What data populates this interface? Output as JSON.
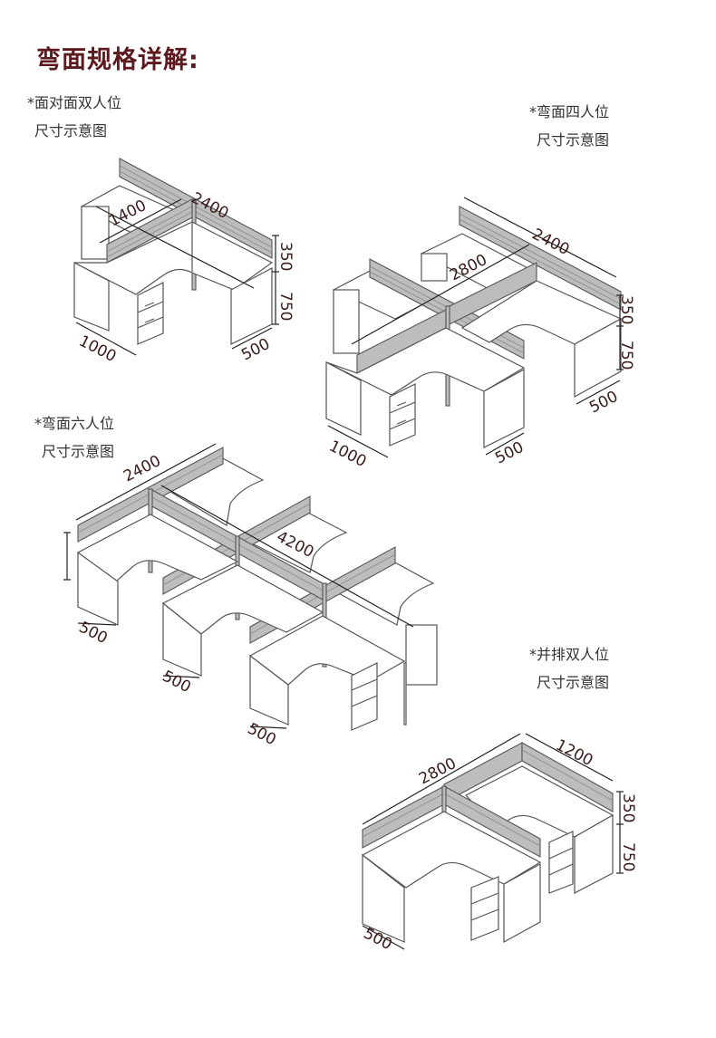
{
  "title": "弯面规格详解:",
  "sections": [
    {
      "line1": "*面对面双人位",
      "line2": "尺寸示意图"
    },
    {
      "line1": "*弯面四人位",
      "line2": "尺寸示意图"
    },
    {
      "line1": "*弯面六人位",
      "line2": "尺寸示意图"
    },
    {
      "line1": "*并排双人位",
      "line2": "尺寸示意图"
    }
  ],
  "dimensions": {
    "d1": {
      "w": "2400",
      "depth": "1400",
      "h_screen": "350",
      "h_desk": "750",
      "len": "1000",
      "side": "500"
    },
    "d2": {
      "w": "2400",
      "depth": "2800",
      "h_screen": "350",
      "h_desk": "750",
      "len": "1000",
      "side1": "500",
      "side2": "500"
    },
    "d3": {
      "w": "2400",
      "depth": "4200",
      "side1": "500",
      "side2": "500",
      "side3": "500"
    },
    "d4": {
      "w": "2800",
      "depth": "1200",
      "h_screen": "350",
      "h_desk": "750",
      "side": "500"
    }
  },
  "colors": {
    "title": "#5c1a1f",
    "dim_text": "#3a1b1b",
    "line": "#555555",
    "screen": "#bdbdbd"
  }
}
